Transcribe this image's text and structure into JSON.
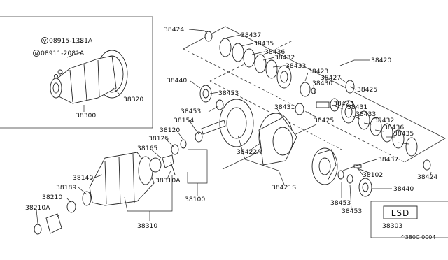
{
  "diagram": {
    "labels": {
      "p38424_top": "38424",
      "p38437_top": "38437",
      "p38435_top": "38435",
      "p38436_top": "38436",
      "p38432_top": "38432",
      "p38433_top": "38433",
      "p38420": "38420",
      "p38423_a": "38423",
      "p38427": "38427",
      "p38430": "38430",
      "p38425_a": "38425",
      "p38440_top": "38440",
      "p38453_a": "38453",
      "p38453_b": "38453",
      "p38154": "38154",
      "p38120": "38120",
      "p38125": "38125",
      "p38165": "38165",
      "p38431_a": "38431",
      "p38423_b": "38423",
      "p38431_b": "38431",
      "p38433_b": "38433",
      "p38432_b": "38432",
      "p38436_b": "38436",
      "p38435_b": "38435",
      "p38425_b": "38425",
      "p38422a": "38422A",
      "p38421s": "38421S",
      "p38437_b": "38437",
      "p38102": "38102",
      "p38440_b": "38440",
      "p38424_b": "38424",
      "p38453_c": "38453",
      "p38453_d": "38453",
      "p38140": "38140",
      "p38189": "38189",
      "p38210": "38210",
      "p38210a": "38210A",
      "p38310a": "38310A",
      "p38100": "38100",
      "p38310": "38310",
      "p38303": "38303",
      "p38300": "38300",
      "p38320": "38320",
      "bolt_v": "08915-1381A",
      "bolt_n": "08911-2081A",
      "circle_v": "V",
      "circle_n": "N",
      "lsd_label": "LSD",
      "ref_code": "^380C 0004"
    }
  }
}
